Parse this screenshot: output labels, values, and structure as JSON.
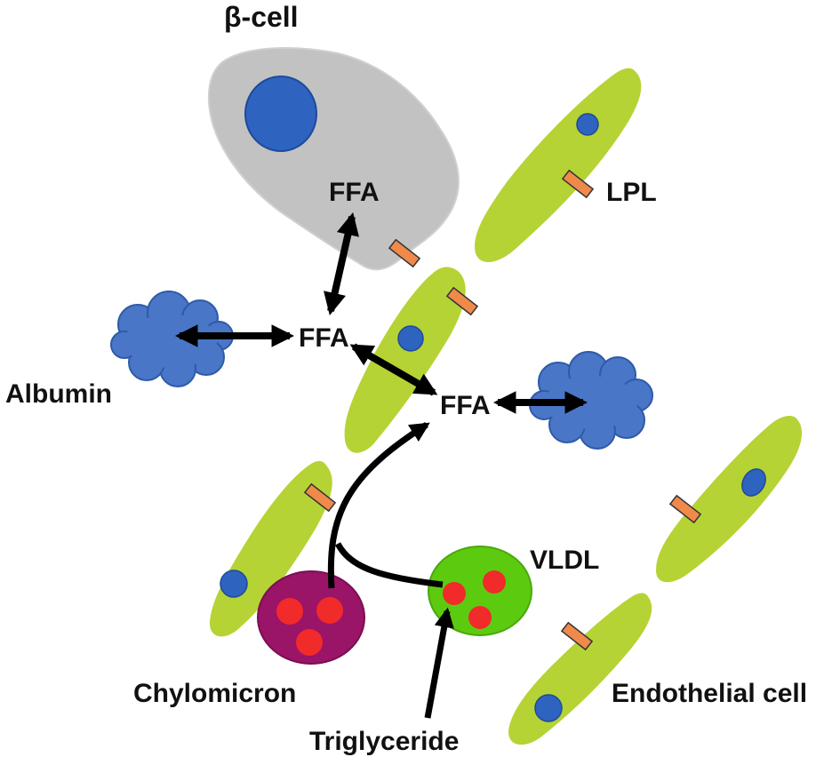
{
  "labels": {
    "beta_cell": "β-cell",
    "ffa_top": "FFA",
    "lpl": "LPL",
    "ffa_center": "FFA",
    "albumin": "Albumin",
    "ffa_right": "FFA",
    "vldl": "VLDL",
    "chylomicron": "Chylomicron",
    "triglyceride": "Triglyceride",
    "endothelial_cell": "Endothelial cell"
  },
  "colors": {
    "beta_cell_body": "#c2c2c2",
    "nucleus": "#2f63c0",
    "endothelial": "#b5d334",
    "lpl": "#f08a4b",
    "albumin": "#4a76c8",
    "chylomicron": "#9a1468",
    "vldl": "#5ccb10",
    "triglyceride": "#f12a2a",
    "arrow": "#000000"
  }
}
